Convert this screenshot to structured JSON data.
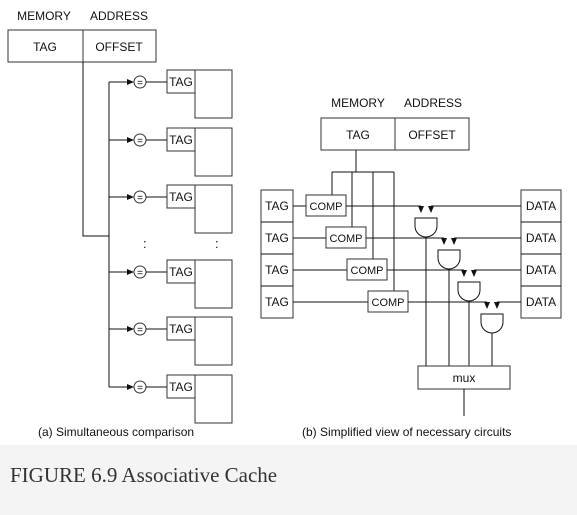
{
  "caption": "FIGURE 6.9 Associative Cache",
  "part_a": {
    "header_memory": "MEMORY",
    "header_address": "ADDRESS",
    "tag_field": "TAG",
    "offset_field": "OFFSET",
    "entry_tag": "TAG",
    "comparator_symbol": "=",
    "ellipsis": ":",
    "subcaption": "(a)  Simultaneous comparison"
  },
  "part_b": {
    "header_memory": "MEMORY",
    "header_address": "ADDRESS",
    "tag_field": "TAG",
    "offset_field": "OFFSET",
    "tag_label": "TAG",
    "comp_label": "COMP",
    "data_label": "DATA",
    "mux_label": "mux",
    "subcaption": "(b)  Simplified view of necessary circuits"
  }
}
